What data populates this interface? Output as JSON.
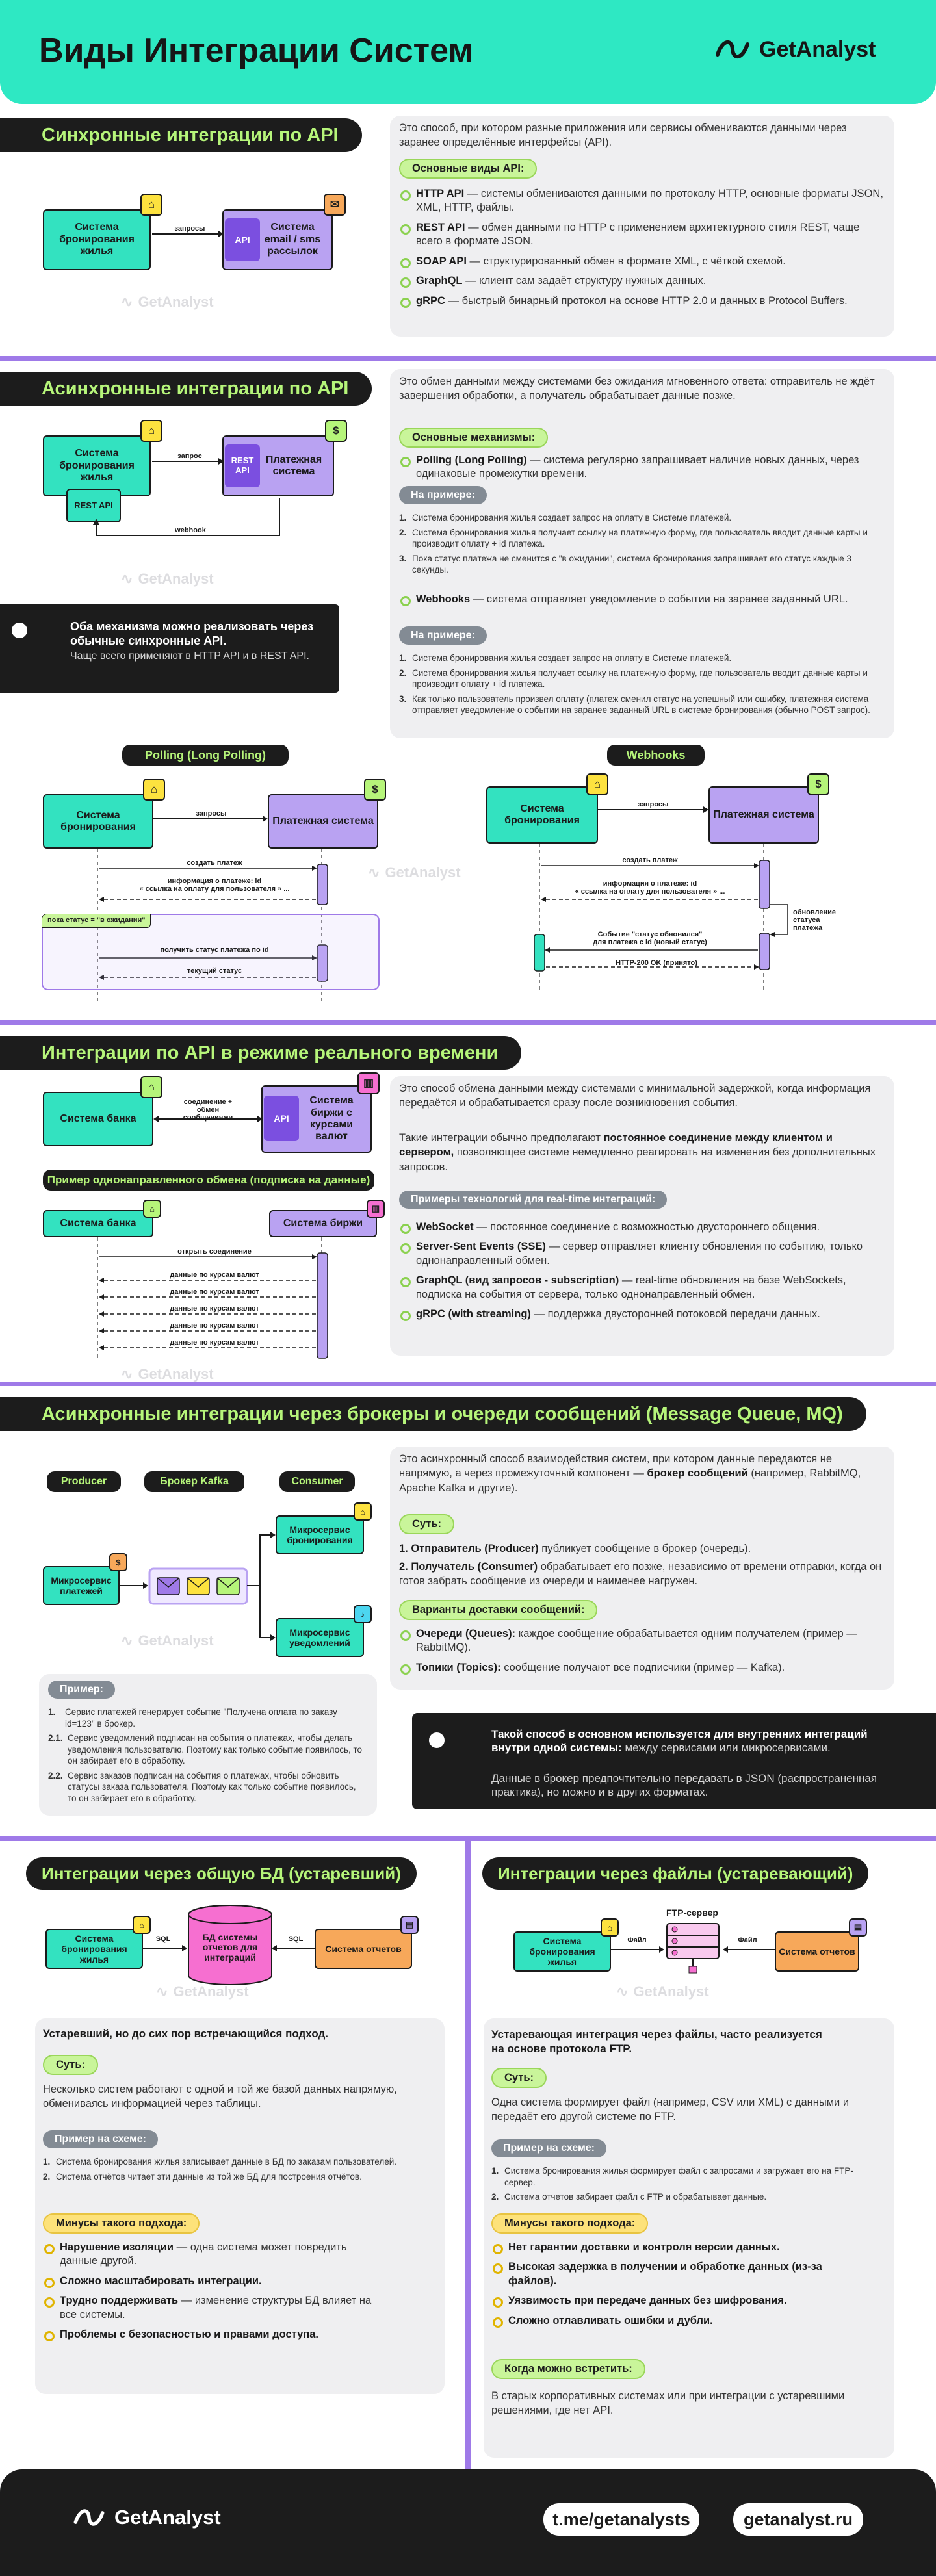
{
  "header": {
    "title": "Виды Интеграции Систем",
    "brand": "GetAnalyst"
  },
  "watermark": "GetAnalyst",
  "s1": {
    "title": "Синхронные интеграции по API",
    "intro": "Это способ, при котором разные приложения или сервисы обмениваются данными через заранее определённые интерфейсы (API).",
    "tag": "Основные виды API:",
    "items": [
      {
        "b": "HTTP API",
        "t": " — системы обмениваются данными по протоколу HTTP, основные форматы JSON, XML, HTTP, файлы."
      },
      {
        "b": "REST API",
        "t": " — обмен данными по HTTP с применением архитектурного стиля REST, чаще всего в формате JSON."
      },
      {
        "b": "SOAP API",
        "t": " — структурированный обмен в формате XML, с чёткой схемой."
      },
      {
        "b": "GraphQL",
        "t": " — клиент сам задаёт структуру нужных данных."
      },
      {
        "b": "gRPC",
        "t": " — быстрый бинарный протокол на основе HTTP 2.0 и данных в Protocol Buffers."
      }
    ],
    "diagram": {
      "left": "Система бронирования жилья",
      "arrow": "запросы",
      "api": "API",
      "right": "Система email / sms рассылок"
    }
  },
  "s2": {
    "title": "Асинхронные интеграции по API",
    "intro": "Это обмен данными между системами без ожидания мгновенного ответа: отправитель не ждёт завершения обработки, а получатель обрабатывает данные позже.",
    "tag": "Основные механизмы:",
    "m1": {
      "b": "Polling (Long Polling)",
      "t": " — система регулярно запрашивает наличие новых данных, через одинаковые промежутки времени."
    },
    "example": "На примере:",
    "ex1": [
      "Система бронирования жилья создает запрос на оплату в Системе платежей.",
      "Система бронирования жилья получает ссылку на платежную форму, где пользователь вводит данные карты и производит оплату + id платежа.",
      "Пока статус платежа не сменится с \"в ожидании\", система бронирования запрашивает его статус каждые 3 секунды."
    ],
    "m2": {
      "b": "Webhooks",
      "t": " — система отправляет уведомление о событии на заранее заданный URL."
    },
    "ex2": [
      "Система бронирования жилья создает запрос на оплату в Системе платежей.",
      "Система бронирования жилья получает ссылку на платежную форму, где пользователь вводит данные карты и производит оплату + id платежа.",
      "Как только пользователь произвел оплату (платеж сменил статус на успешный или ошибку, платежная система отправляет уведомление о событии на заранее заданный URL в системе бронирования (обычно POST запрос)."
    ],
    "note_b": "Оба механизма можно реализовать через обычные синхронные API.",
    "note_t": "Чаще всего применяют в HTTP API и в REST API.",
    "diagram": {
      "left": "Система бронирования жилья",
      "arrow": "запрос",
      "rest": "REST API",
      "right": "Платежная система",
      "rest2": "REST API",
      "back": "webhook"
    },
    "poll": {
      "tag": "Polling (Long Polling)",
      "left": "Система бронирования",
      "right": "Платежная система",
      "req": "запросы",
      "m1": "создать платеж",
      "m2": "информация о платеже: id\n« ссылка на оплату для пользователя » ...",
      "loop": "пока статус = \"в ожидании\"",
      "m3": "получить статус платежа по id",
      "m4": "текущий статус"
    },
    "hook": {
      "tag": "Webhooks",
      "left": "Система бронирования",
      "right": "Платежная система",
      "req": "запросы",
      "m1": "создать платеж",
      "m2": "информация о платеже: id\n« ссылка на оплату для пользователя » ...",
      "side": "обновление статуса платежа",
      "m3": "Событие \"статус обновился\"\nдля платежа с id (новый статус)",
      "m4": "HTTP-200 OK (принято)"
    }
  },
  "s3": {
    "title": "Интеграции по API в режиме реального времени",
    "intro": "Это способ обмена данными между системами с минимальной задержкой, когда информация передаётся и обрабатывается сразу после возникновения события.",
    "p2a": "Такие интеграции обычно предполагают ",
    "p2b": "постоянное соединение между клиентом и сервером,",
    "p2c": " позволяющее системе немедленно реагировать на изменения без дополнительных запросов.",
    "tag": "Примеры технологий для real-time интеграций:",
    "items": [
      {
        "b": "WebSocket",
        "t": " — постоянное соединение с возможностью двустороннего общения."
      },
      {
        "b": "Server-Sent Events (SSE)",
        "t": " — сервер отправляет клиенту обновления по событию, только однонаправленный обмен."
      },
      {
        "b": "GraphQL (вид запросов - subscription)",
        "t": " — real-time обновления на базе WebSockets, подписка на события от сервера, только однонаправленный обмен."
      },
      {
        "b": "gRPC (with streaming)",
        "t": " — поддержка двусторонней потоковой передачи данных."
      }
    ],
    "diagram": {
      "left": "Система банка",
      "arrow": "соединение + обмен сообщениями",
      "api": "API",
      "right": "Система биржи с курсами валют"
    },
    "seqTag": "Пример однонаправленного обмена (подписка на данные)",
    "seq": {
      "left": "Система банка",
      "right": "Система биржи",
      "m1": "открыть соединение",
      "d": "данные по курсам валют"
    }
  },
  "s4": {
    "title": "Асинхронные интеграции через брокеры и очереди сообщений (Message Queue, MQ)",
    "intro_a": "Это асинхронный способ взаимодействия систем, при котором данные передаются не напрямую, а через промежуточный компонент — ",
    "intro_b": "брокер сообщений",
    "intro_c": " (например, RabbitMQ, Apache Kafka и другие).",
    "tag": "Суть:",
    "p1b": "1. Отправитель (Producer)",
    "p1t": " публикует сообщение в брокер (очередь).",
    "p2b": "2. Получатель (Consumer)",
    "p2t": " обрабатывает его позже, независимо от времени отправки, когда он готов забрать сообщение из очереди и наименее нагружен.",
    "tag2": "Варианты доставки сообщений:",
    "items": [
      {
        "b": "Очереди (Queues):",
        "t": " каждое сообщение обрабатывается одним получателем (пример — RabbitMQ)."
      },
      {
        "b": "Топики (Topics):",
        "t": " сообщение получают все подписчики (пример — Kafka)."
      }
    ],
    "diagram": {
      "producer": "Producer",
      "broker": "Брокер Kafka",
      "consumer": "Consumer",
      "pay": "Микросервис платежей",
      "book": "Микросервис бронирования",
      "notif": "Микросервис уведомлений"
    },
    "example": "Пример:",
    "ex": [
      {
        "n": "1.",
        "t": "Сервис платежей генерирует событие \"Получена оплата по заказу id=123\" в брокер."
      },
      {
        "n": "2.1.",
        "t": "Сервис уведомлений подписан на события о платежах, чтобы делать уведомления пользователю. Поэтому как только событие появилось, то он забирает его в обработку."
      },
      {
        "n": "2.2.",
        "t": "Сервис заказов подписан на события о платежах, чтобы обновить статусы заказа пользователя. Поэтому как только событие появилось, то он забирает его в обработку."
      }
    ],
    "note_b": "Такой способ в основном используется для внутренних интеграций внутри одной системы:",
    "note_t": " между сервисами или микросервисами.",
    "note2": "Данные в брокер предпочтительно передавать в JSON (распространенная практика), но можно и в других форматах."
  },
  "s5": {
    "title": "Интеграции через общую БД (устаревший)",
    "lead": "Устаревший, но до сих пор встречающийся подход.",
    "tag": "Суть:",
    "p": "Несколько систем работают с одной и той же базой данных напрямую, обмениваясь информацией через таблицы.",
    "example": "Пример на схеме:",
    "ex": [
      "Система бронирования жилья записывает данные в БД по заказам пользователей.",
      "Система отчётов читает эти данные из той же БД для построения отчётов."
    ],
    "cons": "Минусы такого подхода:",
    "items": [
      {
        "b": "Нарушение изоляции",
        "t": " — одна система может повредить данные другой."
      },
      {
        "b": "Сложно масштабировать интеграции.",
        "t": ""
      },
      {
        "b": "Трудно поддерживать",
        "t": " — изменение структуры БД влияет на все системы."
      },
      {
        "b": "Проблемы с безопасностью и правами доступа.",
        "t": ""
      }
    ],
    "diagram": {
      "left": "Система бронирования жилья",
      "sql1": "SQL",
      "db": "БД системы отчетов для интеграций",
      "sql2": "SQL",
      "right": "Система отчетов"
    }
  },
  "s6": {
    "title": "Интеграции через файлы (устаревающий)",
    "lead": "Устаревающая интеграция через файлы, часто реализуется на основе протокола FTP.",
    "tag": "Суть:",
    "p": "Одна система формирует файл (например, CSV или XML) с данными и передаёт его другой системе по FTP.",
    "example": "Пример на схеме:",
    "ex": [
      "Система бронирования жилья формирует файл с запросами и загружает его на FTP-сервер.",
      "Система отчетов забирает файл с FTP и обрабатывает данные."
    ],
    "cons": "Минусы такого подхода:",
    "items": [
      {
        "b": "Нет гарантии доставки и контроля версии данных.",
        "t": ""
      },
      {
        "b": "Высокая задержка в получении и обработке данных (из-за файлов).",
        "t": ""
      },
      {
        "b": "Уязвимость при передаче данных без шифрования.",
        "t": ""
      },
      {
        "b": "Сложно отлавливать ошибки и дубли.",
        "t": ""
      }
    ],
    "when": "Когда можно встретить:",
    "when_t": "В старых корпоративных системах или при интеграции с устаревшими решениями, где нет API.",
    "diagram": {
      "ftp": "FTP-сервер",
      "left": "Система бронирования жилья",
      "f1": "Файл",
      "f2": "Файл",
      "right": "Система отчетов"
    }
  },
  "footer": {
    "brand": "GetAnalyst",
    "tg": "t.me/getanalysts",
    "site": "getanalyst.ru"
  }
}
